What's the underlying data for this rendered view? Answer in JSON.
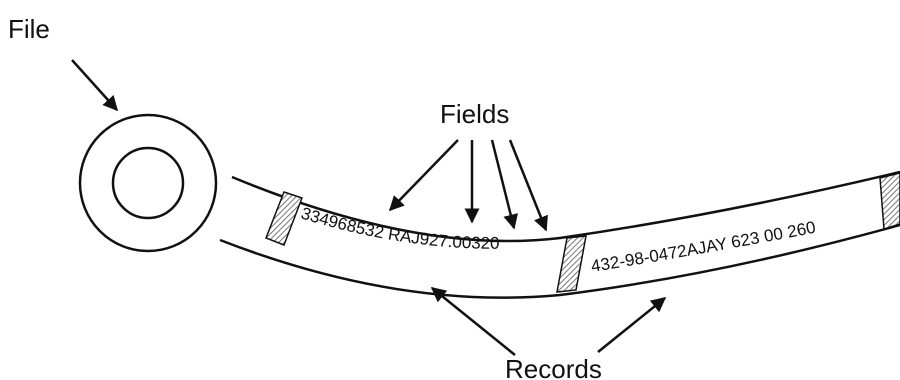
{
  "labels": {
    "file": "File",
    "fields": "Fields",
    "records": "Records"
  },
  "tape_records": [
    {
      "text": "334968532 RAJ927.00320"
    },
    {
      "text": "432-98-0472AJAY 623 00 260"
    }
  ],
  "colors": {
    "ink": "#111111",
    "separator_hatch": "#777777",
    "paper": "#ffffff"
  }
}
